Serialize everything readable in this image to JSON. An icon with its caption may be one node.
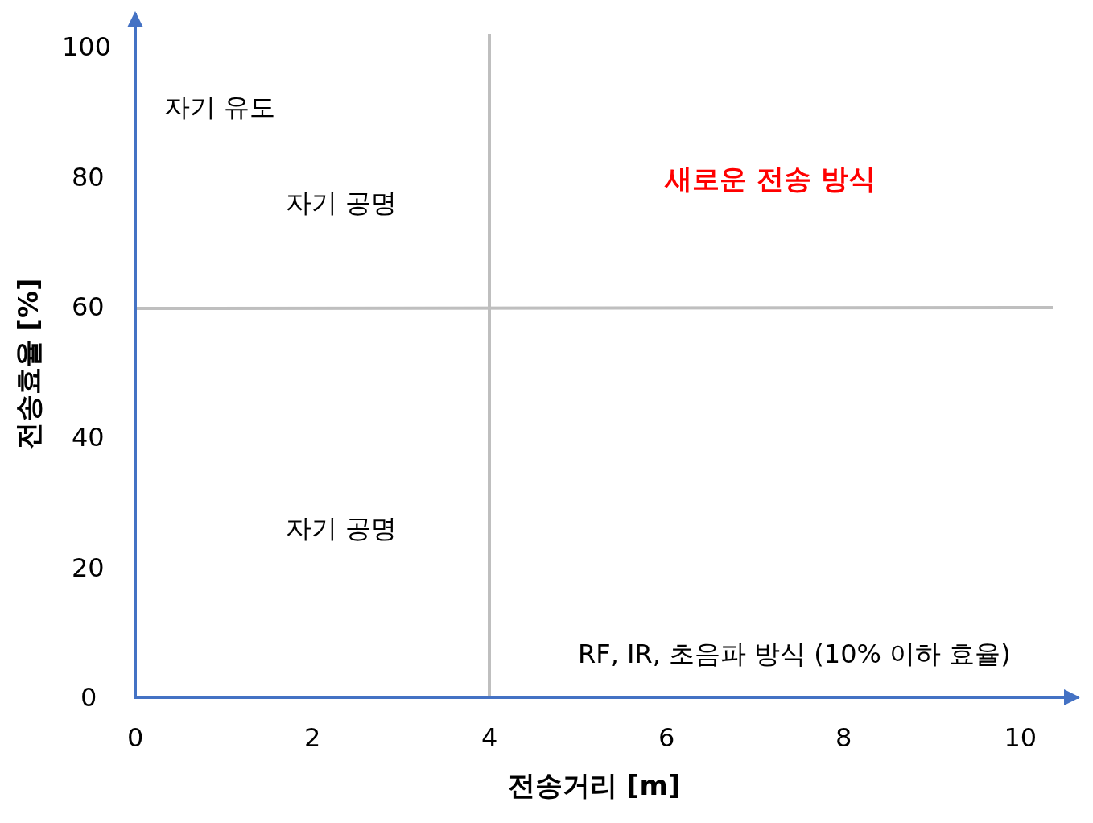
{
  "diagram": {
    "labels": [
      "100",
      "자기 유도",
      "80",
      "새로운 전송 방식",
      "자기 공명",
      "60",
      "전송효율 [%]",
      "40",
      "자기 공명",
      "20",
      "RF, IR, 초음파 방식 (10% 이하 효율)",
      "0",
      "0",
      "2",
      "4",
      "6",
      "8",
      "10",
      "전송거리 [m]"
    ]
  }
}
